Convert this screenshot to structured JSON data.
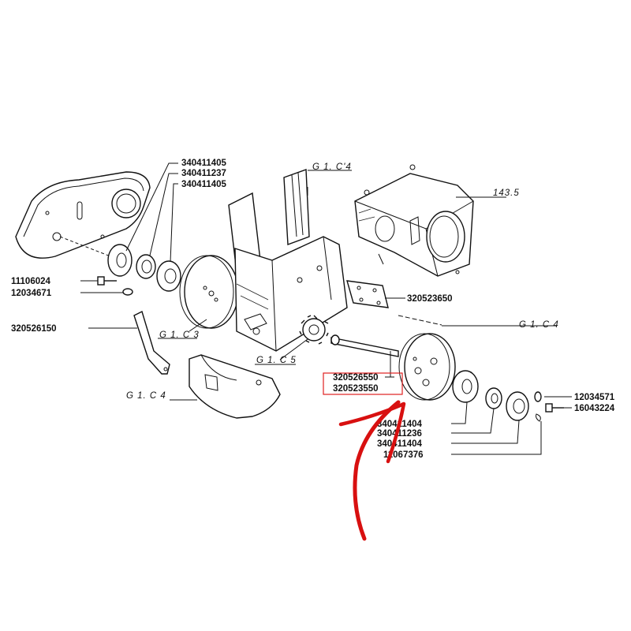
{
  "part_numbers": {
    "top_group": [
      "340411405",
      "340411237",
      "340411405"
    ],
    "screw": "11106024",
    "washer_left": "12034671",
    "lever": "320526150",
    "bracket": "320523650",
    "shaft": "320526550",
    "hub_disc": "320523550",
    "right_group": [
      "340411404",
      "340411236",
      "340411404",
      "11067376"
    ],
    "washer_right": "12034571",
    "bolt_right": "16043224"
  },
  "group_refs": {
    "gc4_top": "G 1. C'4",
    "ref_143": "143.5",
    "gc4_mid": "G 1. C 4",
    "gc3": "G 1. C 3",
    "gc5": "G 1. C 5",
    "gc4_bottom": "G 1. C 4"
  },
  "annotation": {
    "highlight_color": "#e02020",
    "arrow_color": "#d81010"
  }
}
